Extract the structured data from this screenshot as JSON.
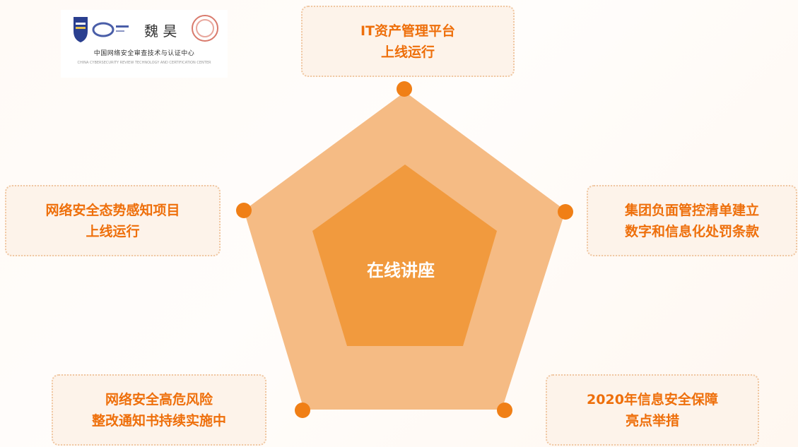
{
  "logo": {
    "org_name": "中国网络安全审查技术与认证中心",
    "caption": "CHINA CYBERSECURITY REVIEW TECHNOLOGY AND CERTIFICATION CENTER",
    "calligraphy": "魏 昊"
  },
  "center": {
    "label": "在线讲座"
  },
  "items": [
    {
      "line1": "IT资产管理平台",
      "line2": "上线运行"
    },
    {
      "line1": "集团负面管控清单建立",
      "line2": "数字和信息化处罚条款"
    },
    {
      "line1": "2020年信息安全保障",
      "line2": "亮点举措"
    },
    {
      "line1": "网络安全高危风险",
      "line2": "整改通知书持续实施中"
    },
    {
      "line1": "网络安全态势感知项目",
      "line2": "上线运行"
    }
  ],
  "colors": {
    "outer_pentagon": "#f5bb84",
    "inner_pentagon": "#f19a3e",
    "dot": "#f07f16",
    "text": "#ee6f0b",
    "box_bg": "#fdf3ea",
    "box_border": "#f0c7a2"
  }
}
